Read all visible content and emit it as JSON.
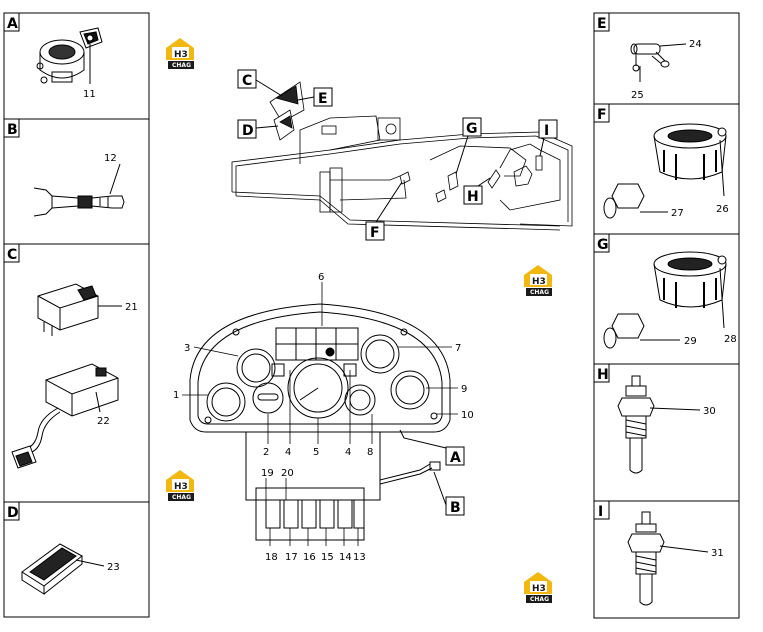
{
  "panels": {
    "A": {
      "letter": "A",
      "parts": [
        "11"
      ]
    },
    "B": {
      "letter": "B",
      "parts": [
        "12"
      ]
    },
    "C": {
      "letter": "C",
      "parts": [
        "21",
        "22"
      ]
    },
    "D": {
      "letter": "D",
      "parts": [
        "23"
      ]
    },
    "E": {
      "letter": "E",
      "parts": [
        "24",
        "25"
      ]
    },
    "F": {
      "letter": "F",
      "parts": [
        "26",
        "27"
      ]
    },
    "G": {
      "letter": "G",
      "parts": [
        "28",
        "29"
      ]
    },
    "H": {
      "letter": "H",
      "parts": [
        "30"
      ]
    },
    "I": {
      "letter": "I",
      "parts": [
        "31"
      ]
    }
  },
  "harness_callouts": [
    "C",
    "E",
    "D",
    "G",
    "I",
    "H",
    "F"
  ],
  "dashboard_callouts": [
    "A",
    "B"
  ],
  "dashboard_parts": [
    "1",
    "2",
    "3",
    "4",
    "5",
    "4",
    "6",
    "7",
    "8",
    "9",
    "10"
  ],
  "switch_parts": [
    "19",
    "20",
    "18",
    "17",
    "16",
    "15",
    "14",
    "13"
  ],
  "logo": {
    "mark": "H3",
    "text": "CHAG",
    "colors": {
      "yellow": "#f2b80f",
      "dark": "#1a1a1a"
    }
  }
}
